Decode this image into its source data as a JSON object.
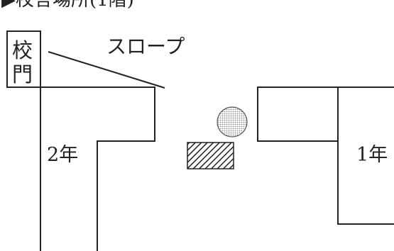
{
  "title": "校舎場所(1階)",
  "labels": {
    "gate_char1": "校",
    "gate_char2": "門",
    "slope": "スロープ",
    "grade2": "2年",
    "grade1": "1年"
  },
  "icons": {
    "title_marker": "triangle-marker-icon",
    "dotted_circle": "dotted-circle-icon",
    "hatched_box": "hatched-rectangle-icon"
  },
  "colors": {
    "line": "#222222",
    "dot_fill": "#9a9a9a",
    "background": "#ffffff"
  }
}
